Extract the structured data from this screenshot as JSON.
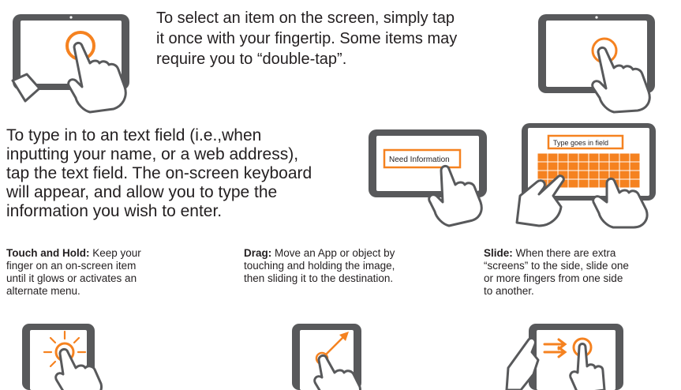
{
  "tap": {
    "lines": [
      "To select an item on the screen, simply tap",
      "it once with your fingertip.  Some items may",
      "require you to “double-tap”."
    ]
  },
  "type_field": {
    "lines": [
      "To type in to an text field (i.e.,when",
      "inputting your name, or a web address),",
      "tap the text field. The on-screen keyboard",
      "will appear, and allow  you to type the",
      "information you wish  to enter."
    ],
    "field_label": "Need Information",
    "keyboard_field_label": "Type goes in field"
  },
  "touch_hold": {
    "term": "Touch and Hold:",
    "lines": [
      " Keep your",
      "finger on an on-screen item",
      "until it glows or activates an",
      "alternate menu."
    ]
  },
  "drag": {
    "term": "Drag:",
    "lines": [
      " Move an App or object by",
      "touching and holding the image,",
      "then sliding it to the destination."
    ]
  },
  "slide": {
    "term": "Slide:",
    "lines": [
      " When there are extra",
      "  “screens” to the side, slide one",
      "or more fingers from one side",
      "to another."
    ]
  },
  "colors": {
    "accent": "#f58220",
    "device": "#58595b",
    "text": "#231f20"
  }
}
